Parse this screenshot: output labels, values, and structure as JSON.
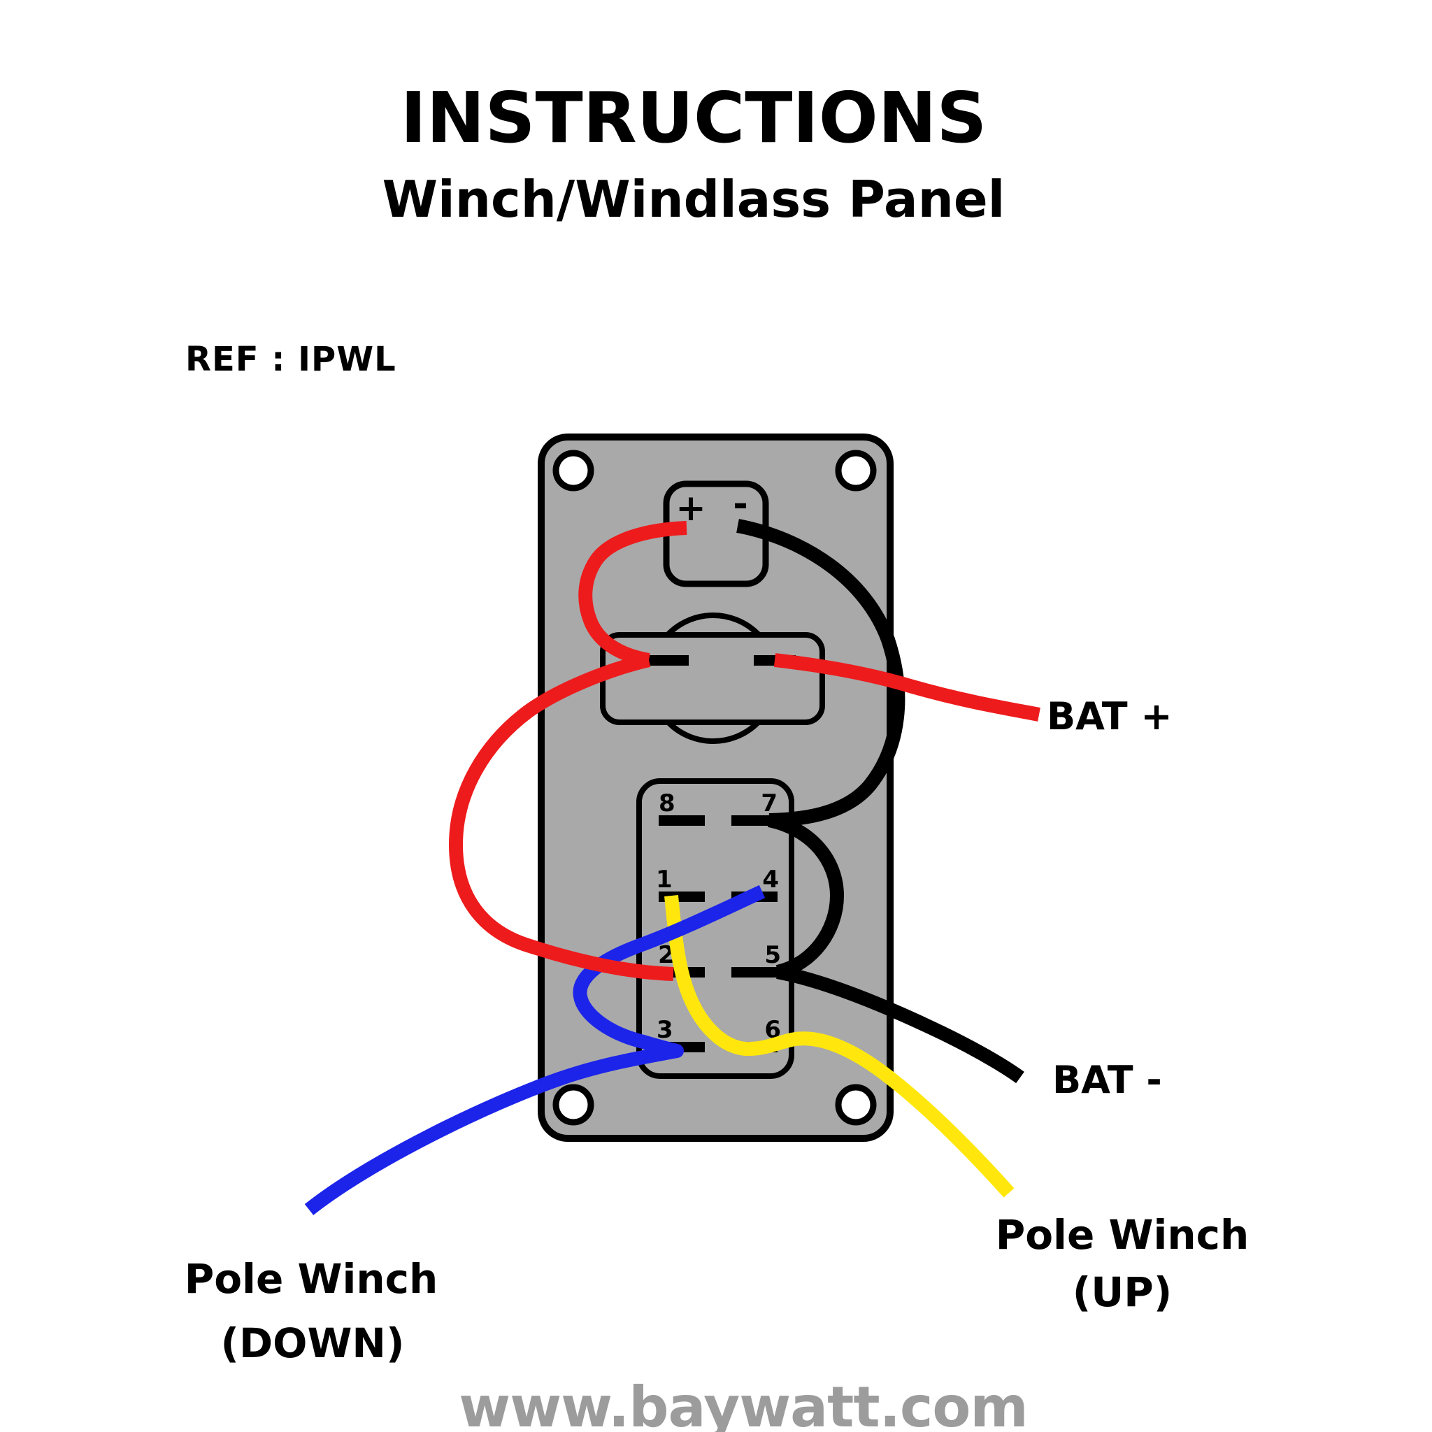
{
  "header": {
    "title": "INSTRUCTIONS",
    "subtitle": "Winch/Windlass Panel",
    "ref": "REF : IPWL"
  },
  "footer": {
    "website": "www.baywatt.com"
  },
  "colors": {
    "panel_gray": "#a9a9a9",
    "outline_black": "#000000",
    "hole_white": "#ffffff",
    "wire_red": "#ee1b1c",
    "wire_black": "#000000",
    "wire_blue": "#1c24ea",
    "wire_yellow": "#ffe70d",
    "website_gray": "#9c9c9c",
    "text_black": "#000000"
  },
  "panel": {
    "led_indicator": {
      "plus": "+",
      "minus": "-"
    },
    "rocker_switch_terminals": [
      "8",
      "7",
      "1",
      "4",
      "2",
      "5",
      "3",
      "6"
    ]
  },
  "labels": {
    "bat_plus": "BAT +",
    "bat_minus": "BAT -",
    "pole_winch_down_line1": "Pole Winch",
    "pole_winch_down_line2": "(DOWN)",
    "pole_winch_up_line1": "Pole Winch",
    "pole_winch_up_line2": "(UP)"
  },
  "wires": [
    {
      "name": "red positive wire",
      "color": "red",
      "from": "LED +",
      "to": "upper rocker left terminal"
    },
    {
      "name": "red loop wire",
      "color": "red",
      "from": "upper rocker left terminal",
      "to": "terminal 2"
    },
    {
      "name": "red battery wire",
      "color": "red",
      "from": "upper rocker right terminal",
      "to": "BAT +"
    },
    {
      "name": "black negative wire",
      "color": "black",
      "from": "LED -",
      "to": "terminal 7"
    },
    {
      "name": "black jumper wire",
      "color": "black",
      "from": "terminal 7",
      "to": "terminal 5"
    },
    {
      "name": "black battery wire",
      "color": "black",
      "from": "terminal 5",
      "to": "BAT -"
    },
    {
      "name": "blue wire",
      "color": "blue",
      "from": "terminal 4",
      "to": "terminal 3 / Pole Winch (DOWN)"
    },
    {
      "name": "yellow wire",
      "color": "yellow",
      "from": "terminal 1",
      "to": "Pole Winch (UP)"
    }
  ]
}
